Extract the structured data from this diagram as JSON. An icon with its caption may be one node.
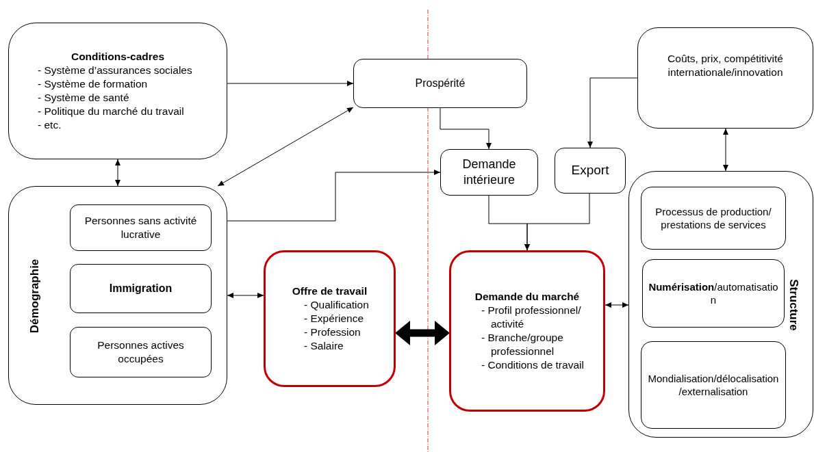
{
  "diagram": {
    "nodes": [
      {
        "text": [
          "Conditions-cadres",
          "- Système d’assurances sociales",
          "- Système de formation",
          "- Système de santé",
          "- Politique du marché du travail",
          "- etc."
        ]
      },
      {
        "text": [
          "Prospérité"
        ]
      },
      {
        "text": [
          "Coûts, prix, compétitivité internationale/innovation"
        ]
      },
      {
        "text": [
          "Démographie"
        ]
      },
      {
        "text": [
          "Personnes sans activité lucrative"
        ],
        "in": 3
      },
      {
        "text": [
          "Immigration"
        ],
        "in": 3
      },
      {
        "text": [
          "Personnes actives occupées"
        ],
        "in": 3
      },
      {
        "text": [
          "Demande intérieure"
        ]
      },
      {
        "text": [
          "Export"
        ]
      },
      {
        "text": [
          "Structure"
        ]
      },
      {
        "text": [
          "Processus de production/ prestations de services"
        ],
        "in": 9
      },
      {
        "text": [
          "**Numérisation**/automatisation"
        ],
        "in": 9
      },
      {
        "text": [
          "Mondialisation/délocalisation/externalisation"
        ],
        "in": 9
      },
      {
        "text": [
          "Offre de travail",
          "- Qualification",
          "- Expérience",
          "- Profession",
          "- Salaire"
        ]
      },
      {
        "text": [
          "Demande du marché",
          "- Profil professionnel/ activité",
          "- Branche/groupe professionnel",
          "- Conditions de travail"
        ]
      }
    ],
    "edges": [
      {
        "from": 0,
        "to": 1,
        "arrow": "to"
      },
      {
        "from": 3,
        "to": 1,
        "arrow": "both"
      },
      {
        "from": 0,
        "to": 3,
        "arrow": "both"
      },
      {
        "from": 3,
        "to": 7,
        "arrow": "to"
      },
      {
        "from": 1,
        "to": 7,
        "arrow": "to"
      },
      {
        "from": 2,
        "to": 8,
        "arrow": "to"
      },
      {
        "from": 7,
        "to": 14,
        "arrow": "to"
      },
      {
        "from": 8,
        "to": 14,
        "arrow": "to"
      },
      {
        "from": 2,
        "to": 9,
        "arrow": "both"
      },
      {
        "from": 3,
        "to": 13,
        "arrow": "both"
      },
      {
        "from": 13,
        "to": 14,
        "arrow": "both",
        "style": "thick"
      },
      {
        "from": 14,
        "to": 9,
        "arrow": "both"
      }
    ]
  }
}
